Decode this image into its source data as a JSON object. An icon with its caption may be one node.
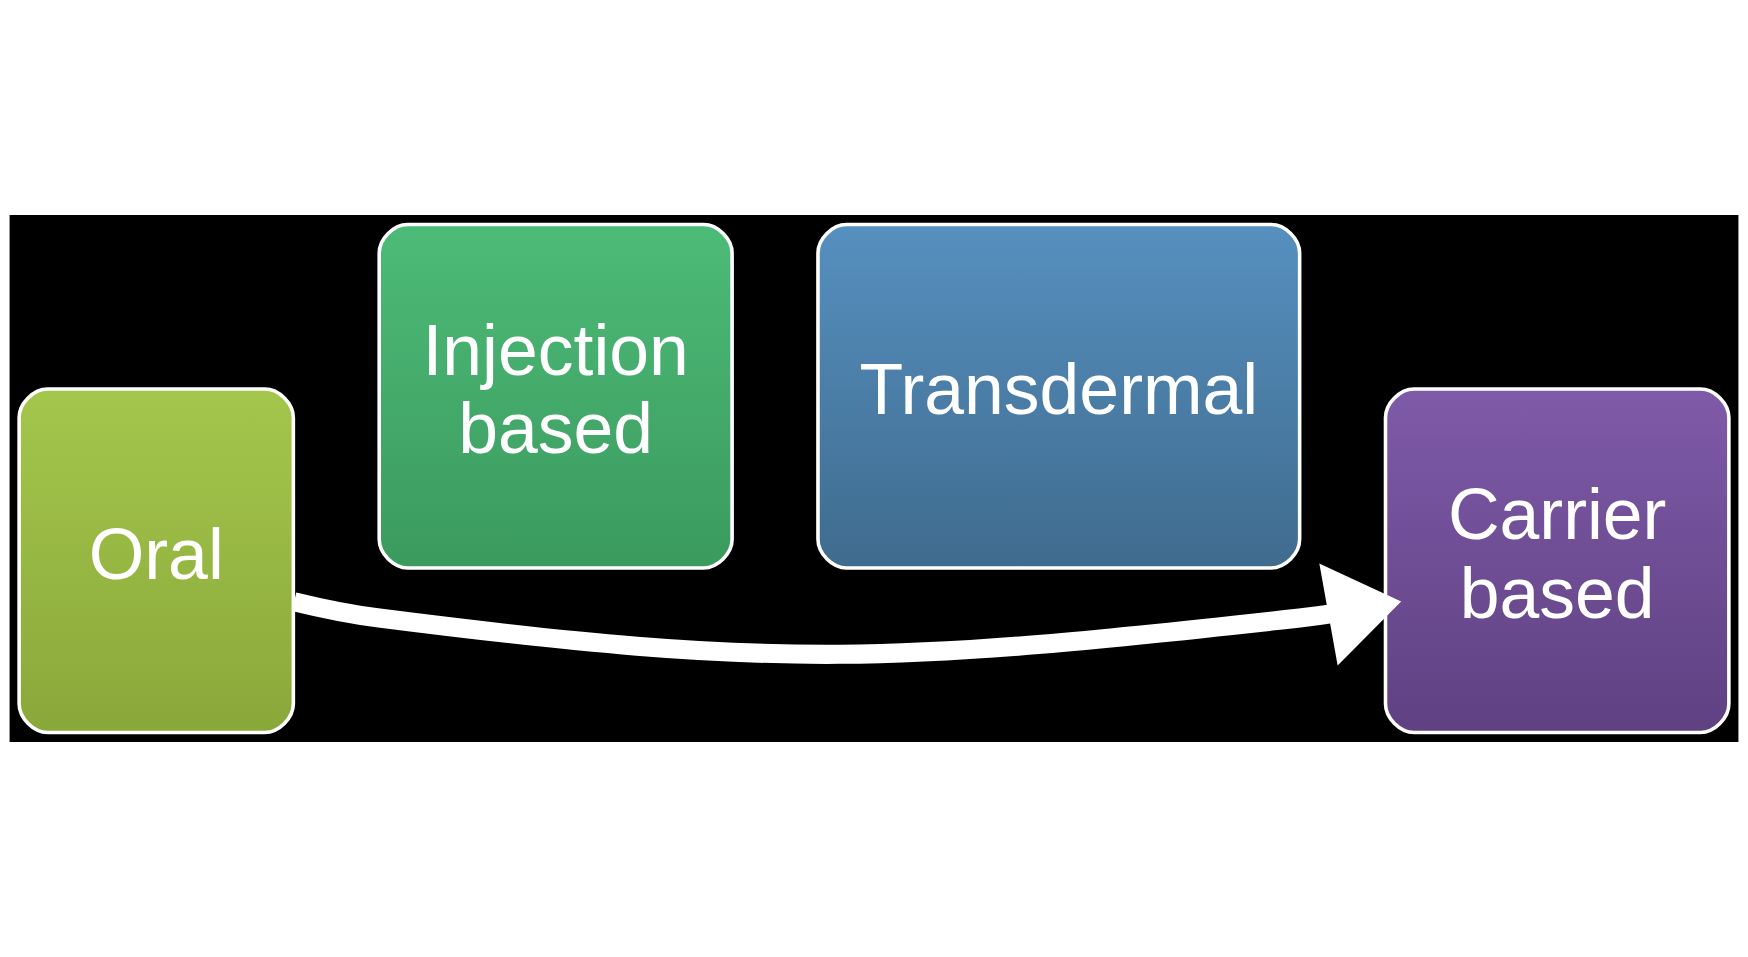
{
  "diagram": {
    "nodes": [
      {
        "text": [
          "Oral"
        ]
      },
      {
        "text": [
          "Injection based"
        ]
      },
      {
        "text": [
          "Transdermal"
        ]
      },
      {
        "text": [
          "Carrier based"
        ]
      }
    ],
    "edges": [
      {
        "from": 0,
        "to": 3,
        "arrow": "to",
        "color": "#ffffff"
      }
    ]
  }
}
